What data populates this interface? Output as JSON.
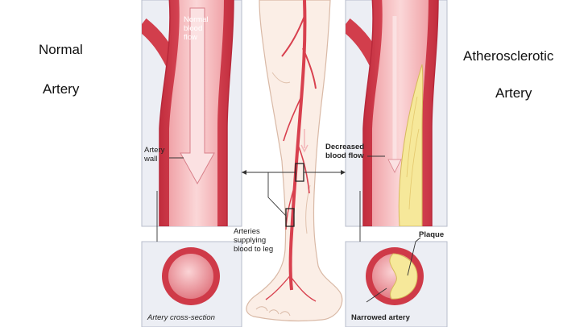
{
  "titles": {
    "normal_line1": "Normal",
    "normal_line2": "Artery",
    "athero_line1": "Atherosclerotic",
    "athero_line2": "Artery"
  },
  "labels": {
    "normal_flow_1": "Normal",
    "normal_flow_2": "blood",
    "normal_flow_3": "flow",
    "artery_wall_1": "Artery",
    "artery_wall_2": "wall",
    "decreased_1": "Decreased",
    "decreased_2": "blood flow",
    "arteries_1": "Arteries",
    "arteries_2": "supplying",
    "arteries_3": "blood to leg",
    "plaque": "Plaque",
    "cross_section": "Artery cross-section",
    "narrowed": "Narrowed artery"
  },
  "colors": {
    "artery_red": "#d8404e",
    "artery_light": "#f3b7b9",
    "plaque_yellow": "#f6e89a",
    "panel_bg": "#eceef4",
    "skin": "#fbeee6"
  }
}
